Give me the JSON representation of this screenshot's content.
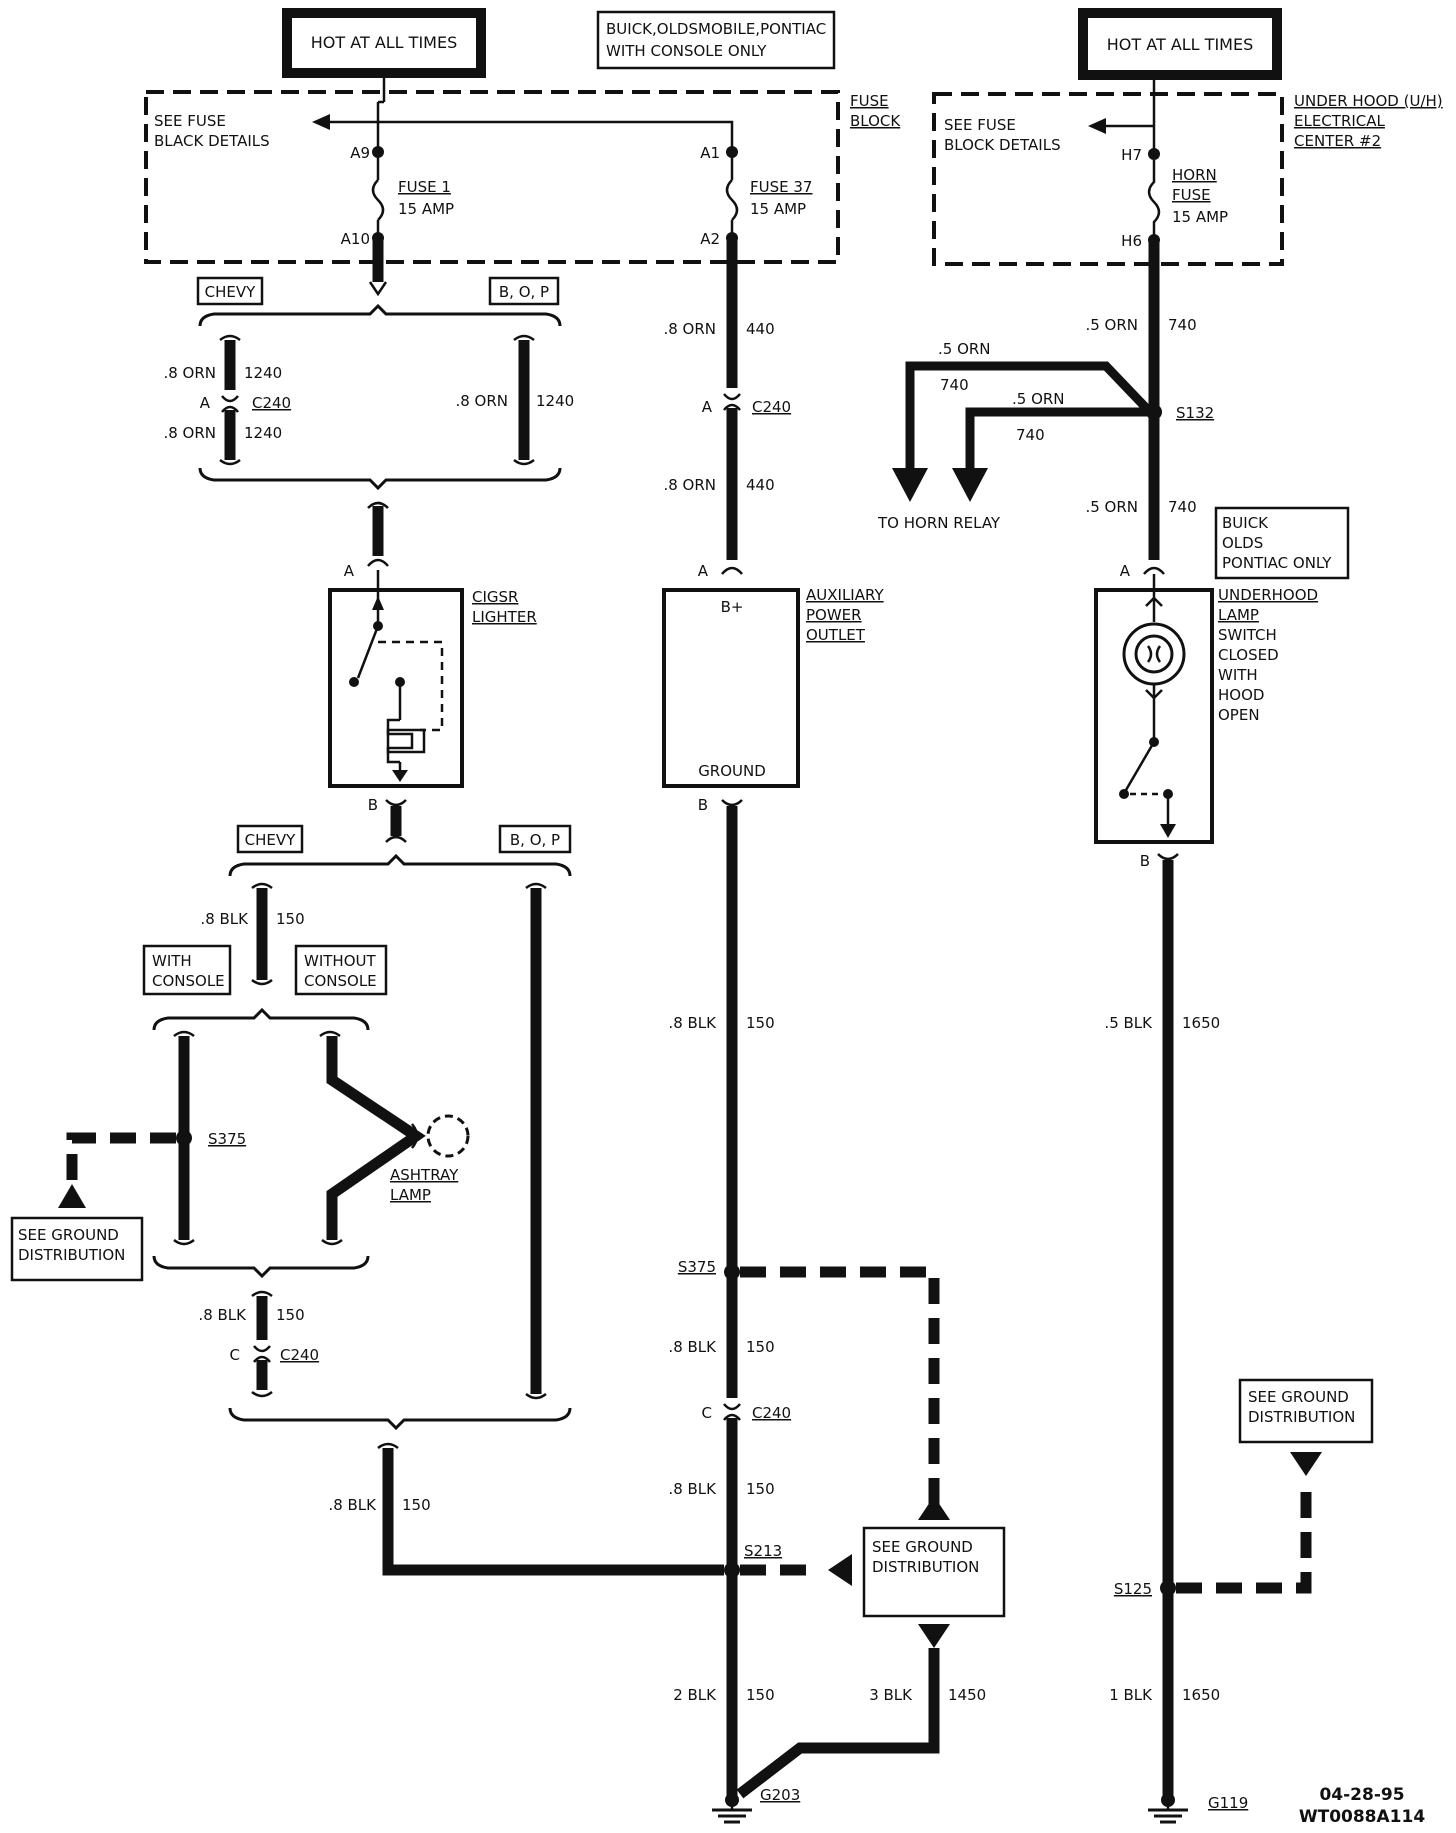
{
  "labels": {
    "hot1": "HOT AT ALL TIMES",
    "hot2": "HOT AT ALL TIMES",
    "buick_console_l1": "BUICK,OLDSMOBILE,PONTIAC",
    "buick_console_l2": "WITH CONSOLE ONLY",
    "see_fuse_l1": "SEE FUSE",
    "see_fuse_l2": "BLACK DETAILS",
    "fuse_block_l1": "FUSE",
    "fuse_block_l2": "BLOCK",
    "see_fuse2_l1": "SEE FUSE",
    "see_fuse2_l2": "BLOCK DETAILS",
    "uh_l1": "UNDER HOOD (U/H)",
    "uh_l2": "ELECTRICAL",
    "uh_l3": "CENTER #2",
    "a9": "A9",
    "a10": "A10",
    "a1": "A1",
    "a2": "A2",
    "h7": "H7",
    "h6": "H6",
    "fuse1_l1": "FUSE 1",
    "fuse1_l2": "15 AMP",
    "fuse37_l1": "FUSE 37",
    "fuse37_l2": "15 AMP",
    "horn_l1": "HORN",
    "horn_l2": "FUSE",
    "horn_l3": "15 AMP",
    "chevy1": "CHEVY",
    "bop1": "B, O, P",
    "chevy2": "CHEVY",
    "bop2": "B, O, P",
    "w_08orn_a": ".8 ORN",
    "w_1240_a": "1240",
    "conn_a1": "A",
    "c240_1": "C240",
    "w_08orn_b": ".8 ORN",
    "w_1240_b": "1240",
    "w_08orn_c": ".8 ORN",
    "w_1240_c": "1240",
    "w_08orn_440a": ".8 ORN",
    "w_440a": "440",
    "conn_a2": "A",
    "c240_2": "C240",
    "w_08orn_440b": ".8 ORN",
    "w_440b": "440",
    "w_05orn_740a": ".5 ORN",
    "w_740a": "740",
    "w_05orn_740b": ".5 ORN",
    "w_740b": "740",
    "w_05orn_740c": ".5 ORN",
    "w_740c": "740",
    "s132": "S132",
    "to_horn_relay": "TO HORN RELAY",
    "w_05orn_740d": ".5 ORN",
    "w_740d": "740",
    "buick_only_l1": "BUICK",
    "buick_only_l2": "OLDS",
    "buick_only_l3": "PONTIAC ONLY",
    "pin_a_cig": "A",
    "pin_a_aux": "A",
    "pin_a_ul": "A",
    "cigar_l1": "CIGSR",
    "cigar_l2": "LIGHTER",
    "aux_l1": "AUXILIARY",
    "aux_l2": "POWER",
    "aux_l3": "OUTLET",
    "bplus": "B+",
    "ground": "GROUND",
    "ul_l1": "UNDERHOOD",
    "ul_l2": "LAMP",
    "ul_l3": "SWITCH",
    "ul_l4": "CLOSED",
    "ul_l5": "WITH",
    "ul_l6": "HOOD",
    "ul_l7": "OPEN",
    "pin_b_cig": "B",
    "pin_b_aux": "B",
    "pin_b_ul": "B",
    "w_08blk_a": ".8 BLK",
    "w_150_a": "150",
    "with_console_l1": "WITH",
    "with_console_l2": "CONSOLE",
    "without_console_l1": "WITHOUT",
    "without_console_l2": "CONSOLE",
    "w_08blk_aux": ".8 BLK",
    "w_150_aux": "150",
    "w_05blk": ".5 BLK",
    "w_1650a": "1650",
    "s375_l": "S375",
    "ashtray_l1": "ASHTRAY",
    "ashtray_l2": "LAMP",
    "see_gd1_l1": "SEE GROUND",
    "see_gd1_l2": "DISTRIBUTION",
    "w_08blk_b": ".8 BLK",
    "w_150_b": "150",
    "conn_c1": "C",
    "c240_3": "C240",
    "s375_m": "S375",
    "w_08blk_c": ".8 BLK",
    "w_150_c": "150",
    "conn_c2": "C",
    "c240_4": "C240",
    "w_08blk_d": ".8 BLK",
    "w_150_d": "150",
    "see_gd2_l1": "SEE GROUND",
    "see_gd2_l2": "DISTRIBUTION",
    "w_08blk_e": ".8 BLK",
    "w_150_e": "150",
    "s213": "S213",
    "see_gd3_l1": "SEE GROUND",
    "see_gd3_l2": "DISTRIBUTION",
    "s125": "S125",
    "w_2blk": "2 BLK",
    "w_150_f": "150",
    "w_3blk": "3 BLK",
    "w_1450": "1450",
    "w_1blk": "1 BLK",
    "w_1650b": "1650",
    "g203": "G203",
    "g119": "G119",
    "date": "04-28-95",
    "code": "WT0088A114"
  }
}
